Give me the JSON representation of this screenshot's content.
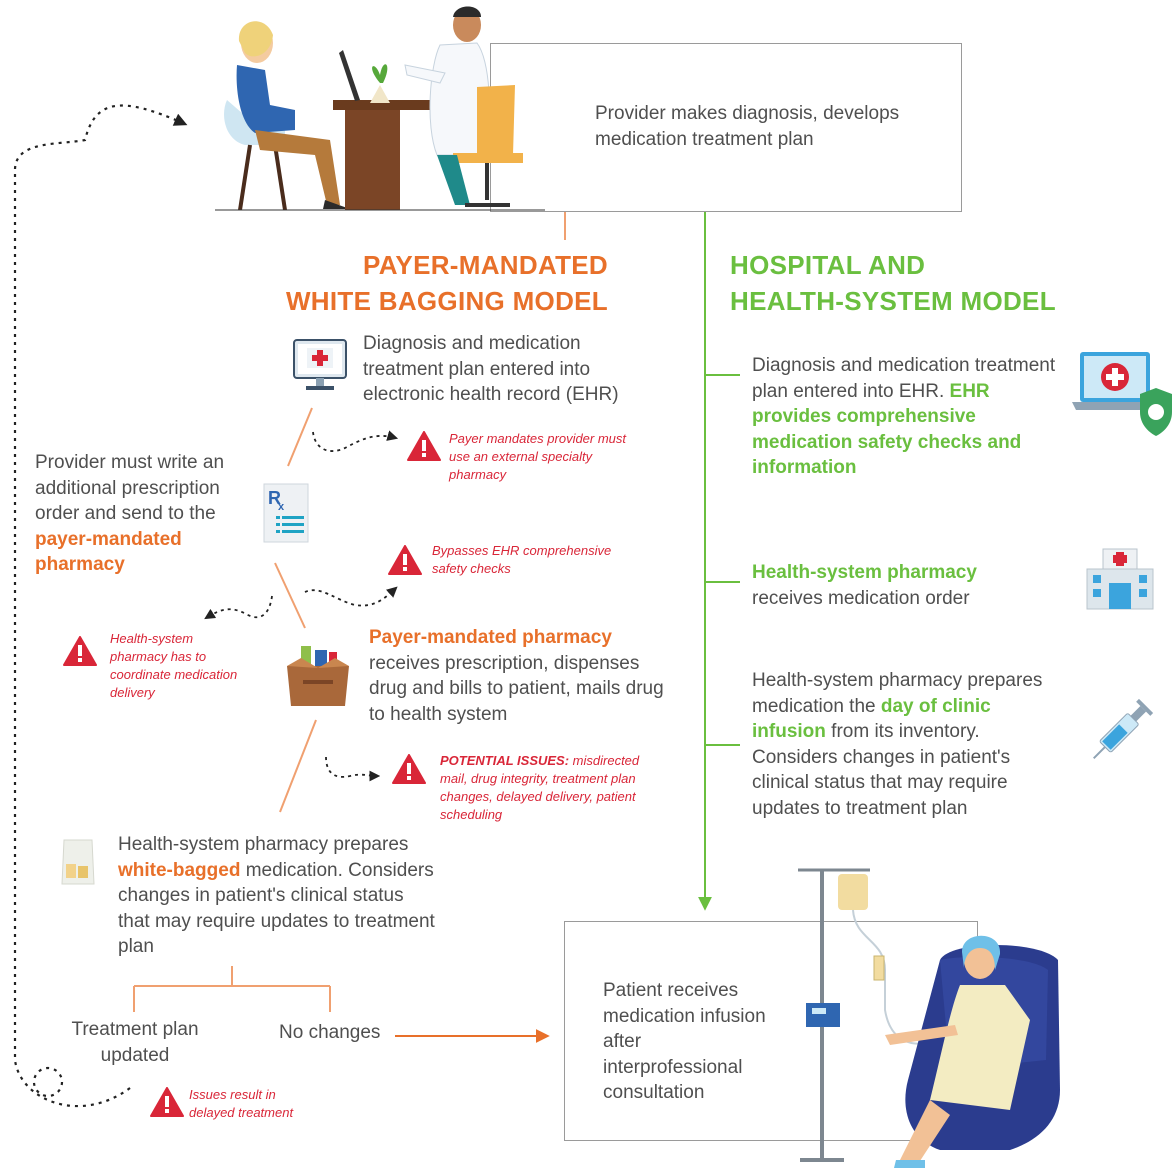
{
  "top_box": {
    "text": "Provider makes diagnosis, develops medication treatment plan"
  },
  "white_bagging": {
    "heading_line1": "PAYER-MANDATED",
    "heading_line2": "WHITE BAGGING MODEL",
    "step1": "Diagnosis and medication treatment plan entered into electronic health record (EHR)",
    "step2_pre": "Provider must write an additional prescription order and send to the ",
    "step2_em": "payer-mandated pharmacy",
    "step3_em": "Payer-mandated pharmacy",
    "step3_rest": " receives prescription, dispenses drug and bills to patient, mails drug to health system",
    "step4_pre": "Health-system pharmacy prepares ",
    "step4_em": "white-bagged",
    "step4_post": " medication. Considers changes in patient's clinical status that may require updates to treatment plan",
    "branch_updated": "Treatment plan updated",
    "branch_nochange": "No changes",
    "warnings": {
      "w1": "Payer mandates provider must use an external specialty pharmacy",
      "w2": "Bypasses EHR comprehensive safety checks",
      "w3": "Health-system pharmacy has to coordinate medication delivery",
      "w4_bold": "POTENTIAL ISSUES:",
      "w4_rest": " misdirected mail, drug integrity, treatment plan changes, delayed delivery, patient scheduling",
      "w5": "Issues result in delayed treatment"
    }
  },
  "hospital": {
    "heading_line1": "HOSPITAL AND",
    "heading_line2": "HEALTH-SYSTEM MODEL",
    "step1_pre": "Diagnosis and medication treatment plan entered into EHR. ",
    "step1_em": "EHR provides comprehensive medication safety checks and information",
    "step2_em": "Health-system pharmacy",
    "step2_rest": " receives medication order",
    "step3_pre": "Health-system pharmacy prepares medication the ",
    "step3_em": "day of clinic infusion",
    "step3_post": " from its inventory. Considers changes in patient's clinical status that may require updates to treatment plan"
  },
  "bottom_box": {
    "text": "Patient receives medication infusion after interprofessional consultation"
  },
  "colors": {
    "orange": "#e8702a",
    "green": "#6abf3f",
    "red": "#d92638",
    "line": "#f0a070"
  },
  "icons": [
    "doctor-consult-illustration",
    "computer-ehr-icon",
    "prescription-icon",
    "package-icon",
    "white-bag-icon",
    "laptop-shield-icon",
    "hospital-icon",
    "syringe-icon",
    "infusion-patient-illustration",
    "warning-icon"
  ]
}
